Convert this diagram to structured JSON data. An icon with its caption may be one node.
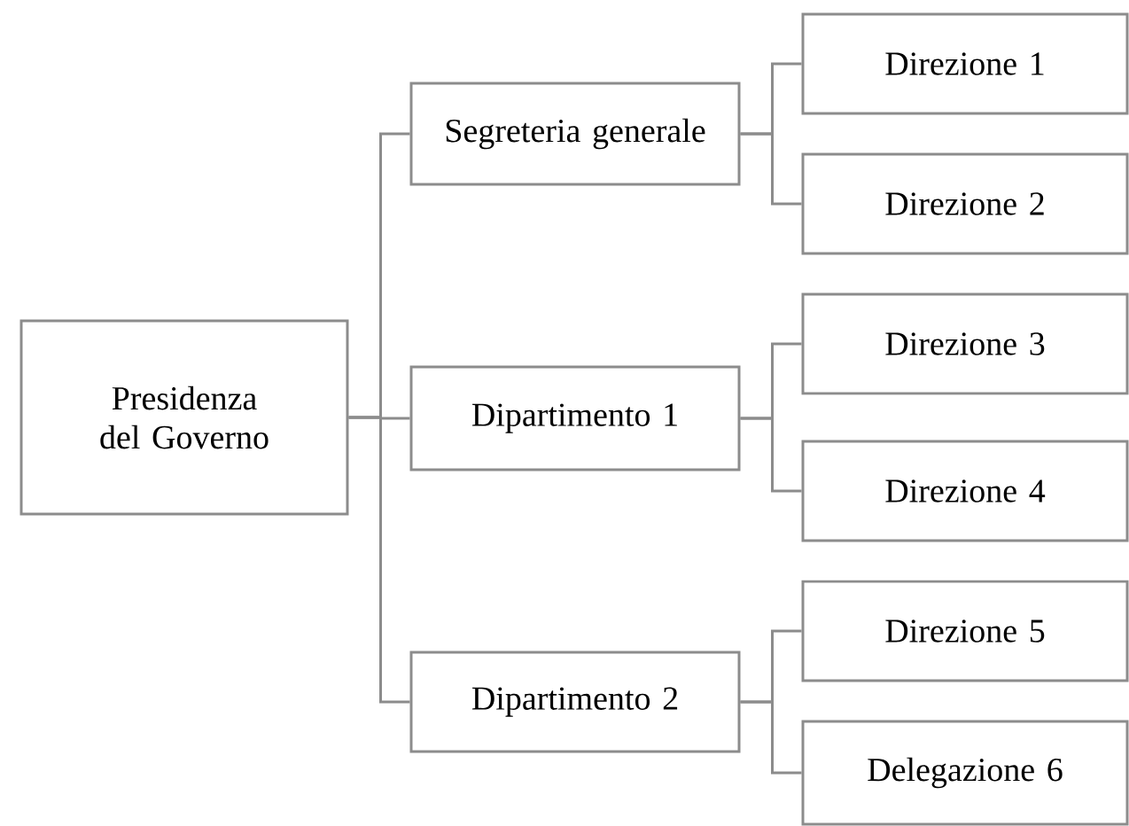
{
  "diagram": {
    "nodes": [
      {
        "text": [
          "Presidenza del Governo"
        ]
      },
      {
        "text": [
          "Segreteria generale"
        ]
      },
      {
        "text": [
          "Direzione 1"
        ]
      },
      {
        "text": [
          "Direzione 2"
        ]
      },
      {
        "text": [
          "Dipartimento 1"
        ]
      },
      {
        "text": [
          "Direzione 3"
        ]
      },
      {
        "text": [
          "Direzione 4"
        ]
      },
      {
        "text": [
          "Dipartimento 2"
        ]
      },
      {
        "text": [
          "Direzione 5"
        ]
      },
      {
        "text": [
          "Delegazione 6"
        ]
      }
    ],
    "edges": [
      {
        "from": 0,
        "to": 1,
        "arrow": "none"
      },
      {
        "from": 0,
        "to": 4,
        "arrow": "none"
      },
      {
        "from": 0,
        "to": 7,
        "arrow": "none"
      },
      {
        "from": 1,
        "to": 2,
        "arrow": "none"
      },
      {
        "from": 1,
        "to": 3,
        "arrow": "none"
      },
      {
        "from": 4,
        "to": 5,
        "arrow": "none"
      },
      {
        "from": 4,
        "to": 6,
        "arrow": "none"
      },
      {
        "from": 7,
        "to": 8,
        "arrow": "none"
      },
      {
        "from": 7,
        "to": 9,
        "arrow": "none"
      }
    ]
  }
}
